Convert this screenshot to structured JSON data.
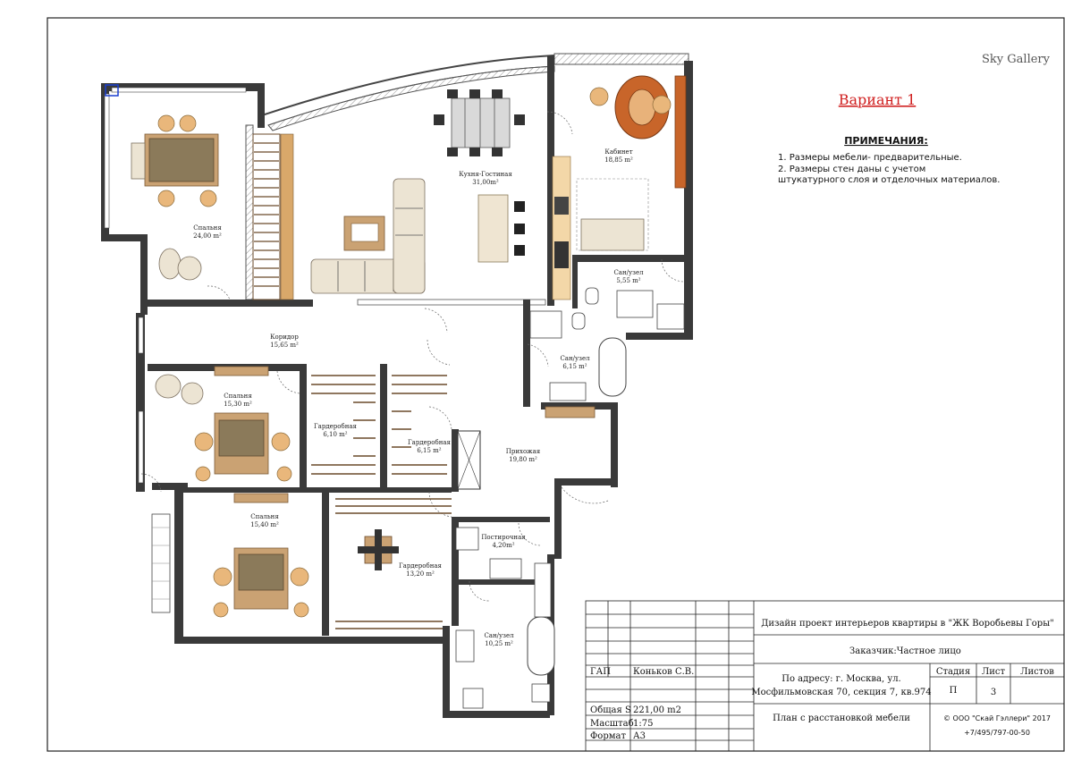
{
  "brand": {
    "logo_text": "Sky Gallery"
  },
  "variant": {
    "title": "Вариант 1",
    "color": "#d02020"
  },
  "notes": {
    "heading": "ПРИМЕЧАНИЯ:",
    "items": [
      "1. Размеры мебели- предварительные.",
      "2. Размеры стен даны с учетом",
      "штукатурного слоя и отделочных материалов."
    ]
  },
  "rooms": [
    {
      "id": "bedroom1",
      "name": "Спальня",
      "area": "24,00 m²"
    },
    {
      "id": "living",
      "name": "Кухня-Гостиная",
      "area": "31,00m²"
    },
    {
      "id": "office",
      "name": "Кабинет",
      "area": "18,85 m²"
    },
    {
      "id": "bath1",
      "name": "Сан/узел",
      "area": "5,55 m²"
    },
    {
      "id": "corridor",
      "name": "Коридор",
      "area": "15,65 m²"
    },
    {
      "id": "bath2",
      "name": "Сан/узел",
      "area": "6,15 m²"
    },
    {
      "id": "bedroom2",
      "name": "Спальня",
      "area": "15,30 m²"
    },
    {
      "id": "wardrobe1",
      "name": "Гардеробная",
      "area": "6,10 m²"
    },
    {
      "id": "wardrobe2",
      "name": "Гардеробная",
      "area": "6,15 m²"
    },
    {
      "id": "hall",
      "name": "Прихожая",
      "area": "19,80 m²"
    },
    {
      "id": "bedroom3",
      "name": "Спальня",
      "area": "15,40 m²"
    },
    {
      "id": "laundry",
      "name": "Постирочная",
      "area": "4,20m²"
    },
    {
      "id": "wardrobe3",
      "name": "Гардеробная",
      "area": "13,20 m²"
    },
    {
      "id": "bath3",
      "name": "Сан/узел",
      "area": "10,25 m²"
    }
  ],
  "title_block": {
    "project": "Дизайн проект интерьеров квартиры в \"ЖК Воробьевы Горы\"",
    "client": "Заказчик:Частное лицо",
    "gap_label": "ГАП",
    "gap_value": "Коньков С.В.",
    "address_line1": "По адресу: г. Москва, ул.",
    "address_line2": "Мосфильмовская 70, секция 7, кв.974",
    "stage_label": "Стадия",
    "stage_value": "П",
    "sheet_label": "Лист",
    "sheet_value": "3",
    "sheets_label": "Листов",
    "sheets_value": "",
    "area_label": "Общая S",
    "area_value": "221,00 m2",
    "scale_label": "Масштаб",
    "scale_value": "1:75",
    "format_label": "Формат",
    "format_value": "А3",
    "plan_name": "План с расстановкой мебели",
    "company": "© ООО \"Скай Гэллери\" 2017",
    "phone": "+7/495/797-00-50"
  }
}
